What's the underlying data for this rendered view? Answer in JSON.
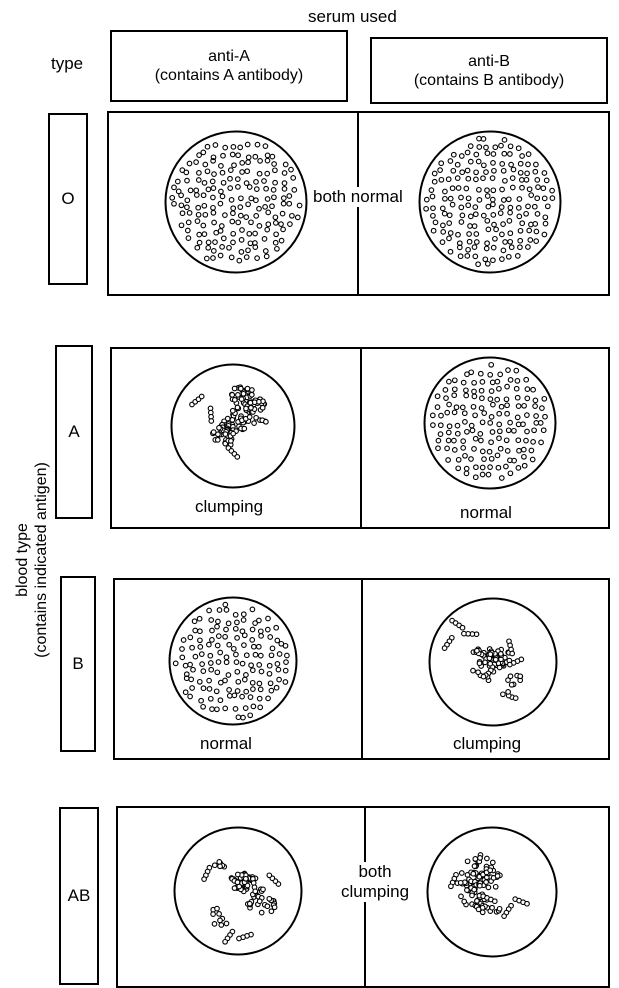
{
  "header": {
    "serum_title": "serum used",
    "type_label": "type",
    "columns": [
      {
        "name": "anti-A",
        "sub": "(contains A antibody)"
      },
      {
        "name": "anti-B",
        "sub": "(contains B antibody)"
      }
    ]
  },
  "side_label": {
    "line1": "blood type",
    "line2": "(contains indicated antigen)"
  },
  "rows": [
    {
      "type": "O",
      "left_state": "normal",
      "right_state": "normal",
      "middle_label": "both normal",
      "left_caption": "",
      "right_caption": ""
    },
    {
      "type": "A",
      "left_state": "clumping",
      "right_state": "normal",
      "middle_label": "",
      "left_caption": "clumping",
      "right_caption": "normal"
    },
    {
      "type": "B",
      "left_state": "normal",
      "right_state": "clumping",
      "middle_label": "",
      "left_caption": "normal",
      "right_caption": "clumping"
    },
    {
      "type": "AB",
      "left_state": "clumping",
      "right_state": "clumping",
      "middle_label": "both\nclumping",
      "left_caption": "",
      "right_caption": ""
    }
  ]
}
